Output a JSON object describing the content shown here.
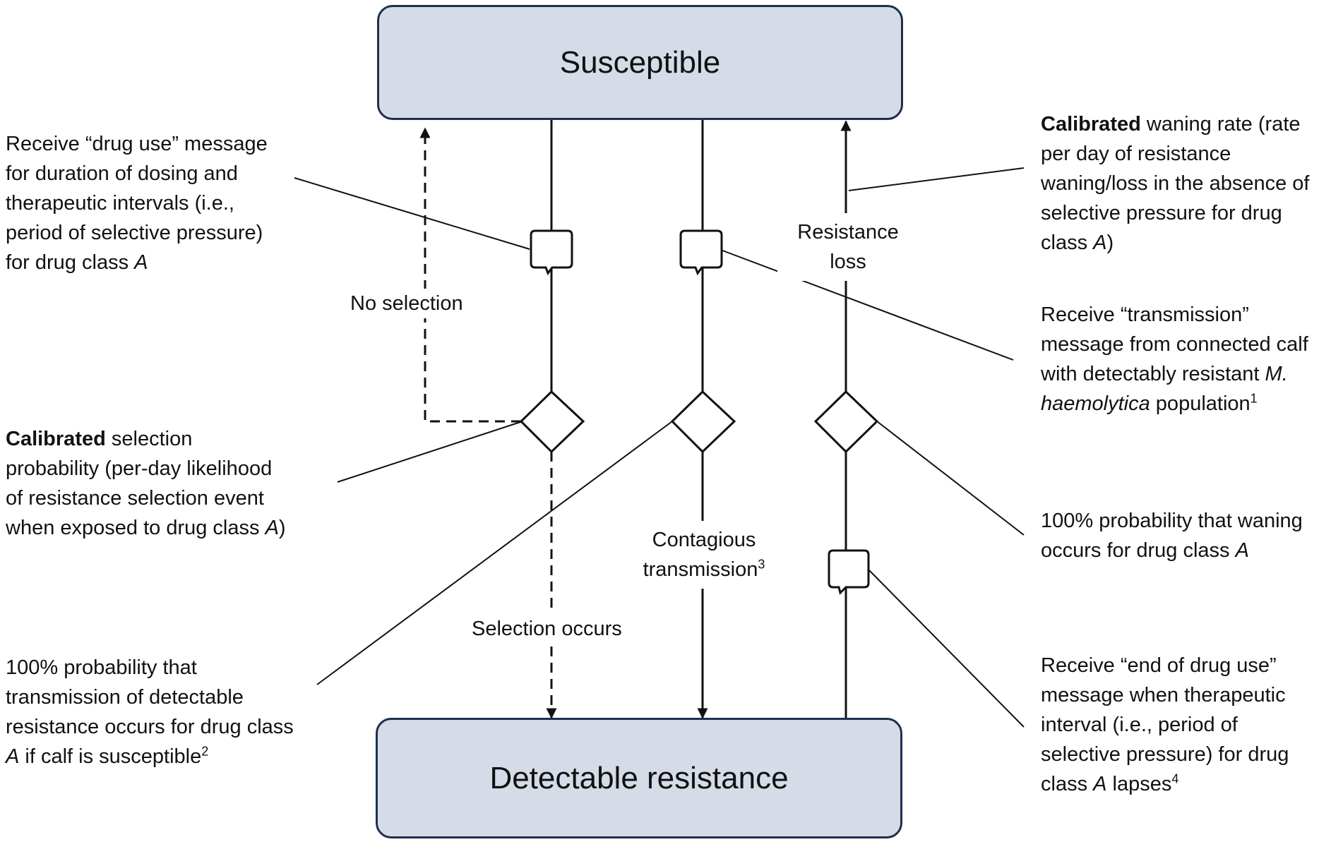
{
  "states": {
    "susceptible": "Susceptible",
    "resistant": "Detectable resistance"
  },
  "transitions": {
    "no_selection": "No selection",
    "selection_occurs": "Selection occurs",
    "contagious": "Contagious",
    "transmission": "transmission",
    "transmission_sup": "3",
    "resistance_loss": "Resistance loss"
  },
  "annotations": {
    "drug_use": {
      "l1": "Receive “drug use” message",
      "l2": "for duration of dosing and",
      "l3": "therapeutic intervals (i.e.,",
      "l4": "period of selective pressure)",
      "l5a": "for drug class ",
      "l5b": "A"
    },
    "selection_prob": {
      "bold": "Calibrated",
      "l1": " selection",
      "l2": "probability (per-day likelihood",
      "l3": "of resistance selection event",
      "l4a": "when exposed to drug class ",
      "l4b": "A",
      "l4c": ")"
    },
    "transmission_prob": {
      "l1": "100% probability that",
      "l2": "transmission of detectable",
      "l3": "resistance occurs for drug class",
      "l4a": "A",
      "l4b": " if calf is susceptible",
      "sup": "2"
    },
    "waning_rate": {
      "bold": "Calibrated",
      "l1": " waning rate (rate",
      "l2": "per day of resistance",
      "l3": "waning/loss in the absence of",
      "l4": "selective pressure for drug",
      "l5a": "class ",
      "l5b": "A",
      "l5c": ")"
    },
    "transmission_msg": {
      "l1": "Receive “transmission”",
      "l2": "message from connected calf",
      "l3a": "with detectably resistant ",
      "l3b": "M.",
      "l4a": "haemolytica",
      "l4b": " population",
      "sup": "1"
    },
    "waning_prob": {
      "l1": "100% probability that waning",
      "l2a": "occurs for drug class ",
      "l2b": "A"
    },
    "end_drug_use": {
      "l1": "Receive “end of drug use”",
      "l2": "message when therapeutic",
      "l3": "interval (i.e., period of",
      "l4": "selective pressure) for drug",
      "l5a": "class ",
      "l5b": "A",
      "l5c": " lapses",
      "sup": "4"
    }
  },
  "colors": {
    "box_fill": "#d5dce7",
    "box_border": "#1f2f4f",
    "line": "#111111"
  }
}
